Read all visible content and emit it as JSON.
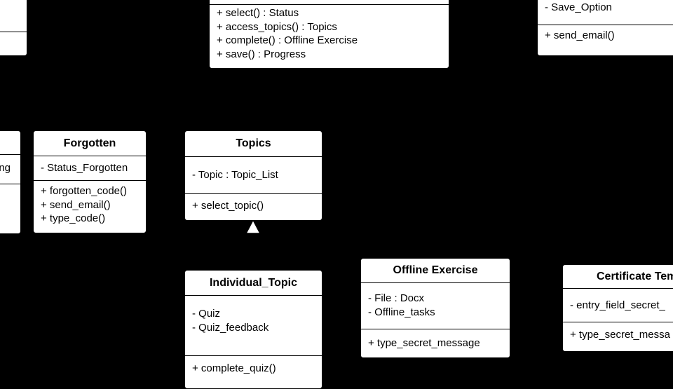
{
  "classes": {
    "top_center": {
      "operations": [
        "+ select() : Status",
        "+ access_topics() : Topics",
        "+ complete() : Offline Exercise",
        "+ save() : Progress"
      ]
    },
    "top_right": {
      "attributes": [
        "- Save_Option"
      ],
      "operations": [
        "+ send_email()"
      ]
    },
    "left_partial": {
      "attributes": [
        "ng"
      ]
    },
    "forgotten": {
      "name": "Forgotten",
      "attributes": [
        "- Status_Forgotten"
      ],
      "operations": [
        "+ forgotten_code()",
        "+ send_email()",
        "+ type_code()"
      ]
    },
    "topics": {
      "name": "Topics",
      "attributes": [
        "- Topic : Topic_List"
      ],
      "operations": [
        "+ select_topic()"
      ]
    },
    "individual_topic": {
      "name": "Individual_Topic",
      "attributes": [
        "- Quiz",
        "- Quiz_feedback"
      ],
      "operations": [
        "+ complete_quiz()"
      ]
    },
    "offline_exercise": {
      "name": "Offline Exercise",
      "attributes": [
        "- File : Docx",
        "- Offline_tasks"
      ],
      "operations": [
        "+ type_secret_message"
      ]
    },
    "certificate": {
      "name": "Certificate Tem",
      "attributes": [
        "- entry_field_secret_"
      ],
      "operations": [
        "+ type_secret_messa"
      ]
    }
  }
}
